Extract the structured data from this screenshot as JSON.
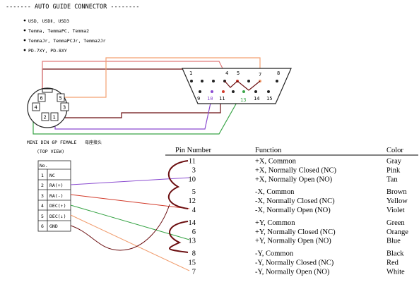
{
  "header": {
    "title": "------- AUTO GUIDE CONNECTOR --------"
  },
  "mounts": [
    "USD, USDⅡ, USD3",
    "Temma, TemmaPC, Temma2",
    "TemmaJr, TemmaPCJr, Temma2Jr",
    "PD-7XY, PD-8XY"
  ],
  "din": {
    "title": "MINI DIN 6P FEMALE",
    "title_cjk": "母座接头",
    "view": "(TOP VIEW)",
    "pins": [
      "6",
      "5",
      "4",
      "3",
      "2",
      "1"
    ],
    "table_header": "No.",
    "rows": [
      {
        "no": "1",
        "sig": "NC"
      },
      {
        "no": "2",
        "sig": "RA(+)"
      },
      {
        "no": "3",
        "sig": "RA(-)"
      },
      {
        "no": "4",
        "sig": "DEC(↑)"
      },
      {
        "no": "5",
        "sig": "DEC(↓)"
      },
      {
        "no": "6",
        "sig": "GND"
      }
    ]
  },
  "db15": {
    "top_pins": [
      "1",
      "4",
      "5",
      "7",
      "8"
    ],
    "bottom_pins": [
      "9",
      "10",
      "11",
      "13",
      "14",
      "15"
    ]
  },
  "table": {
    "headers": {
      "pin": "Pin Number",
      "function": "Function",
      "color": "Color"
    },
    "rows": [
      {
        "pin": "11",
        "function": "+X, Common",
        "color": "Gray"
      },
      {
        "pin": "3",
        "function": "+X, Normally Closed (NC)",
        "color": "Pink"
      },
      {
        "pin": "10",
        "function": "+X, Normally Open (NO)",
        "color": "Tan"
      },
      {
        "pin": "5",
        "function": "-X, Common",
        "color": "Brown"
      },
      {
        "pin": "12",
        "function": "-X, Normally Closed (NC)",
        "color": "Yellow"
      },
      {
        "pin": "4",
        "function": "-X, Normally Open (NO)",
        "color": "Violet"
      },
      {
        "pin": "14",
        "function": "+Y, Common",
        "color": "Green"
      },
      {
        "pin": "6",
        "function": "+Y, Normally Closed (NC)",
        "color": "Orange"
      },
      {
        "pin": "13",
        "function": "+Y, Normally Open (NO)",
        "color": "Blue"
      },
      {
        "pin": "8",
        "function": "-Y, Common",
        "color": "Black"
      },
      {
        "pin": "15",
        "function": "-Y, Normally Closed (NC)",
        "color": "Red"
      },
      {
        "pin": "7",
        "function": "-Y, Normally Open (NO)",
        "color": "White"
      }
    ]
  },
  "wire_colors": {
    "maroon": "#6b0e10",
    "red": "#d23a2a",
    "orange": "#f09a6a",
    "purple": "#8a4bd0",
    "green": "#3aa548",
    "pink": "#e07a7a",
    "peach": "#f3a072"
  }
}
